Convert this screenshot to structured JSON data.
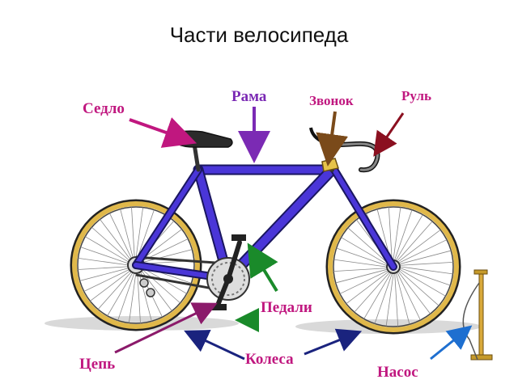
{
  "title": "Части велосипеда",
  "labels": {
    "saddle": "Седло",
    "frame": "Рама",
    "bell": "Звонок",
    "handlebar": "Руль",
    "pedals": "Педали",
    "chain": "Цепь",
    "wheels": "Колеса",
    "pump": "Насос"
  },
  "colors": {
    "saddle": "#c0177f",
    "frame": "#7b2ab4",
    "bell": "#7a4a1a",
    "handlebar": "#8b1020",
    "pedals": "#1a8a2a",
    "chain": "#8b1a6a",
    "wheels": "#1a237e",
    "pump": "#1e6fd0",
    "bike_frame": "#4a36d8",
    "tire": "#e0b84a"
  }
}
